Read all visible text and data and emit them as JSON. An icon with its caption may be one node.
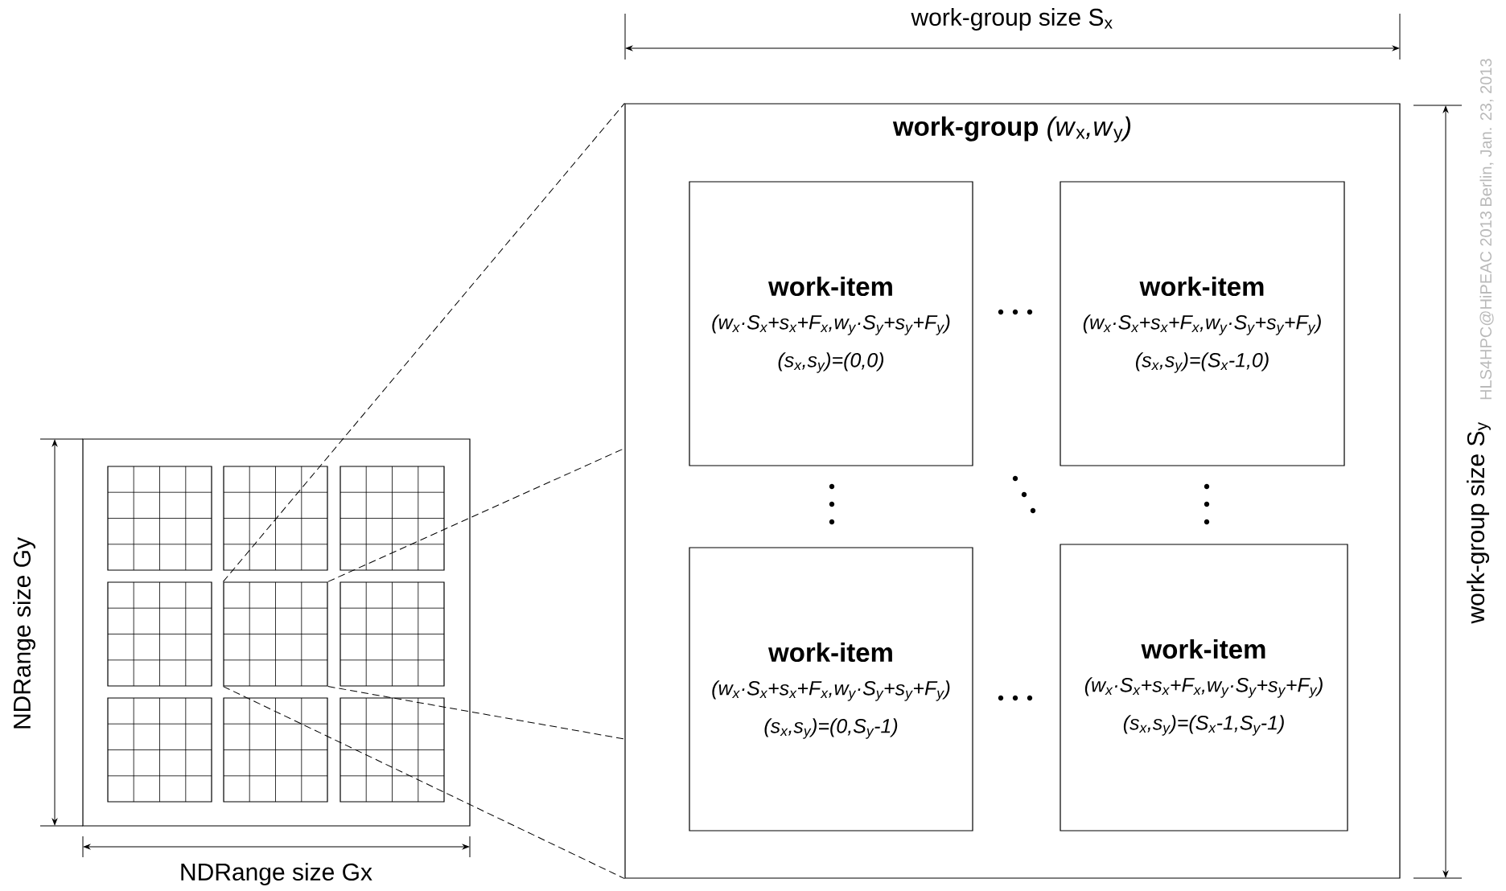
{
  "diagram": {
    "nodes": [
      {
        "text": [],
        "shape": "box"
      },
      {
        "text": [],
        "shape": "box",
        "in": 0
      },
      {
        "text": [
          "**work-group** *(w*$_{x}$*,w*$_{y}$*)*"
        ]
      },
      {
        "text": [
          "work-item",
          "(w$_{x}$·S$_{x}$+s$_{x}$+F$_{x}$,w$_{y}$·S$_{y}$+s$_{y}$+F$_{y}$)",
          "(s$_{x}$,s$_{y}$)=(0,0)"
        ],
        "in": 2
      },
      {
        "text": [
          "work-item",
          "(w$_{x}$·S$_{x}$+s$_{x}$+F$_{x}$,w$_{y}$·S$_{y}$+s$_{y}$+F$_{y}$)",
          "(s$_{x}$,s$_{y}$)=(S$_{x}$-1,0)"
        ],
        "in": 2
      },
      {
        "text": [
          "work-item",
          "(w$_{x}$·S$_{x}$+s$_{x}$+F$_{x}$,w$_{y}$·S$_{y}$+s$_{y}$+F$_{y}$)",
          "(s$_{x}$,s$_{y}$)=(0,S$_{y}$-1)"
        ],
        "in": 2
      },
      {
        "text": [
          "work-item",
          "(w$_{x}$·S$_{x}$+s$_{x}$+F$_{x}$,w$_{y}$·S$_{y}$+s$_{y}$+F$_{y}$)",
          "(s$_{x}$,s$_{y}$)=(S$_{x}$-1,S$_{y}$-1)"
        ],
        "in": 2
      }
    ],
    "edges": [
      {
        "from": 1,
        "to": 2,
        "arrow": "none",
        "style": "dashed"
      },
      {
        "from": 1,
        "to": 2,
        "arrow": "none",
        "style": "dashed"
      },
      {
        "from": 1,
        "to": 2,
        "arrow": "none",
        "style": "dashed"
      },
      {
        "from": 1,
        "to": 2,
        "arrow": "none",
        "style": "dashed"
      }
    ],
    "labels": [
      "work-group size S$_{x}$",
      "Berlin, Jan. 23, 2013",
      "HLS4HPC@HiPEAC 2013",
      "work-group size S$_{y}$",
      "NDRange size Gy",
      "NDRange size Gx"
    ]
  }
}
